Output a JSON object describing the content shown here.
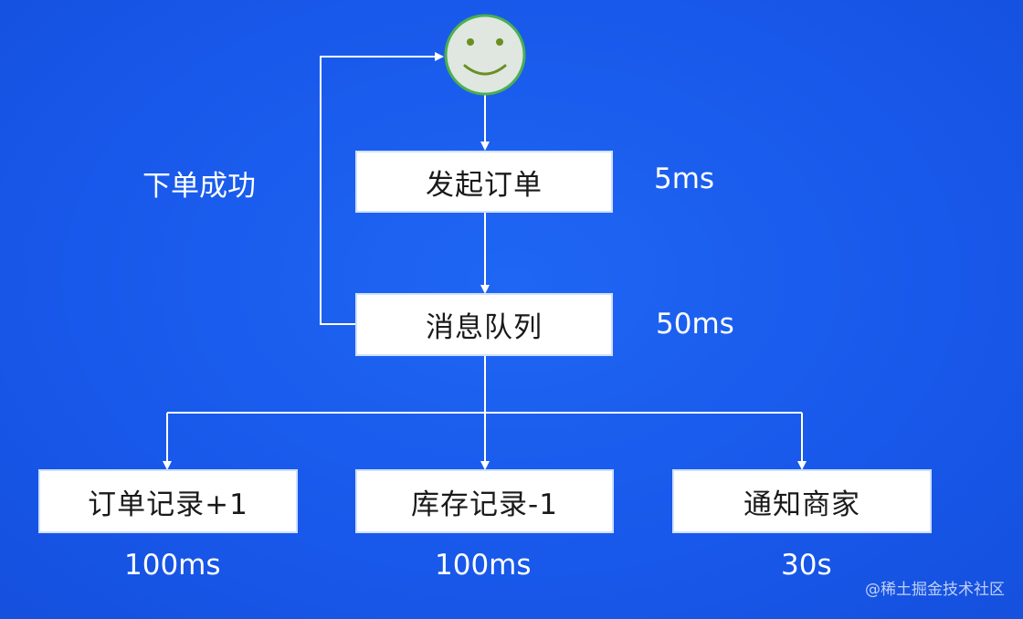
{
  "diagram": {
    "nodes": {
      "place_order": "发起订单",
      "message_queue": "消息队列",
      "order_record": "订单记录+1",
      "inventory_record": "库存记录-1",
      "notify_merchant": "通知商家"
    },
    "timings": {
      "place_order": "5ms",
      "message_queue": "50ms",
      "order_record": "100ms",
      "inventory_record": "100ms",
      "notify_merchant": "30s"
    },
    "feedback_label": "下单成功",
    "user_icon": "smiley-face-icon"
  },
  "watermark": "@稀土掘金技术社区",
  "colors": {
    "background": "#1a5ef0",
    "box_fill": "#ffffff",
    "connector": "#ffffff",
    "smiley_fill": "#dfe7e0",
    "smiley_stroke": "#4caf50",
    "smiley_features": "#6b8e23"
  }
}
